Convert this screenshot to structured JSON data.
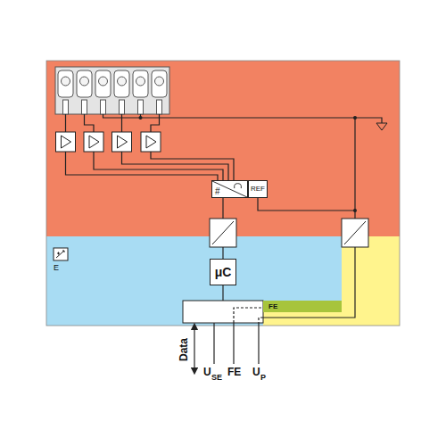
{
  "diagram": {
    "nodes": [
      {
        "text": [
          "#"
        ]
      },
      {
        "text": [
          "REF"
        ]
      },
      {
        "text": [
          "μC"
        ]
      },
      {
        "text": [
          "FE"
        ]
      }
    ],
    "labels": [
      "E",
      "Data",
      "U",
      "SE",
      "FE",
      "U",
      "P"
    ]
  }
}
